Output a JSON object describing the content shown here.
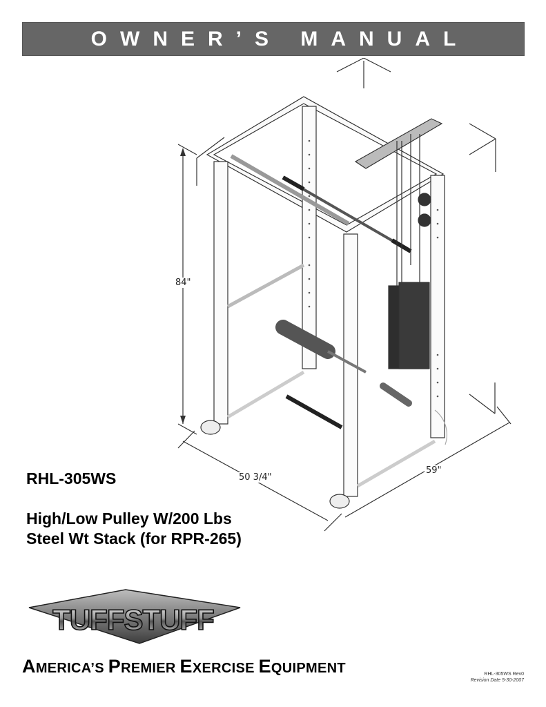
{
  "header": {
    "title": "OWNER’S MANUAL",
    "bar_color": "#666666"
  },
  "diagram": {
    "description": "Isometric line drawing of power rack with high/low pulley and weight stack",
    "dimensions": {
      "height": "84\"",
      "depth": "50 3/4\"",
      "width": "59\""
    }
  },
  "product": {
    "model": "RHL-305WS",
    "description_line1": "High/Low Pulley W/200 Lbs",
    "description_line2": "Steel Wt Stack (for RPR-265)"
  },
  "brand": {
    "logo_text": "TUFFSTUFF",
    "tagline_words": [
      {
        "initial": "A",
        "rest": "MERICA’S"
      },
      {
        "initial": "P",
        "rest": "REMIER"
      },
      {
        "initial": "E",
        "rest": "XERCISE"
      },
      {
        "initial": "E",
        "rest": "QUIPMENT"
      }
    ]
  },
  "footer": {
    "revision": "RHL-305WS  Rev0",
    "revision_date": "Revision Date 5-30-2007"
  }
}
